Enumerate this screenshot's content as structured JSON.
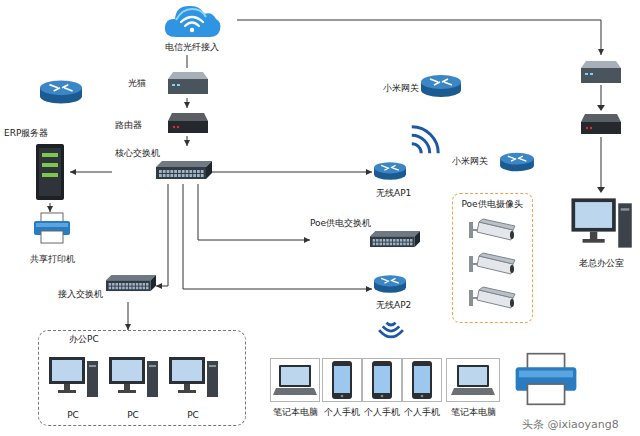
{
  "diagram": {
    "nodes": [
      {
        "text": [
          "电信光纤接入"
        ]
      },
      {
        "text": [
          "光猫"
        ]
      },
      {
        "text": [
          "路由器"
        ]
      },
      {
        "text": [
          "核心交换机"
        ]
      },
      {
        "text": [
          "ERP服务器"
        ]
      },
      {
        "text": [
          "共享打印机"
        ]
      },
      {
        "text": [
          "小米网关"
        ]
      },
      {
        "text": [
          "无线AP1"
        ]
      },
      {
        "text": [
          "小米网关"
        ]
      },
      {
        "text": [
          "Poe供电交换机"
        ]
      },
      {
        "text": [
          "Poe供电摄像头"
        ]
      },
      {
        "text": [
          "接入交换机"
        ]
      },
      {
        "text": [
          "无线AP2"
        ]
      },
      {
        "text": [
          "办公PC"
        ]
      },
      {
        "text": [
          "PC"
        ],
        "in": 13
      },
      {
        "text": [
          "PC"
        ],
        "in": 13
      },
      {
        "text": [
          "PC"
        ],
        "in": 13
      },
      {
        "text": [
          "笔记本电脑"
        ]
      },
      {
        "text": [
          "个人手机"
        ]
      },
      {
        "text": [
          "个人手机"
        ]
      },
      {
        "text": [
          "个人手机"
        ]
      },
      {
        "text": [
          "笔记本电脑"
        ]
      },
      {
        "text": [
          "老总办公室"
        ]
      }
    ],
    "edges": [
      {
        "from": 0,
        "to": 1,
        "arrow": "none"
      },
      {
        "from": 1,
        "to": 2,
        "arrow": "to"
      },
      {
        "from": 2,
        "to": 3,
        "arrow": "to"
      },
      {
        "from": 3,
        "to": 4,
        "arrow": "to"
      },
      {
        "from": 4,
        "to": 5,
        "arrow": "to"
      },
      {
        "from": 3,
        "to": 7,
        "arrow": "to"
      },
      {
        "from": 3,
        "to": 9,
        "arrow": "to"
      },
      {
        "from": 3,
        "to": 11,
        "arrow": "to"
      },
      {
        "from": 3,
        "to": 12,
        "arrow": "to"
      },
      {
        "from": 11,
        "to": 13,
        "arrow": "to"
      },
      {
        "from": 0,
        "to": 22,
        "arrow": "to"
      }
    ],
    "labels": [
      "头条 @ixiaoyang8"
    ]
  }
}
